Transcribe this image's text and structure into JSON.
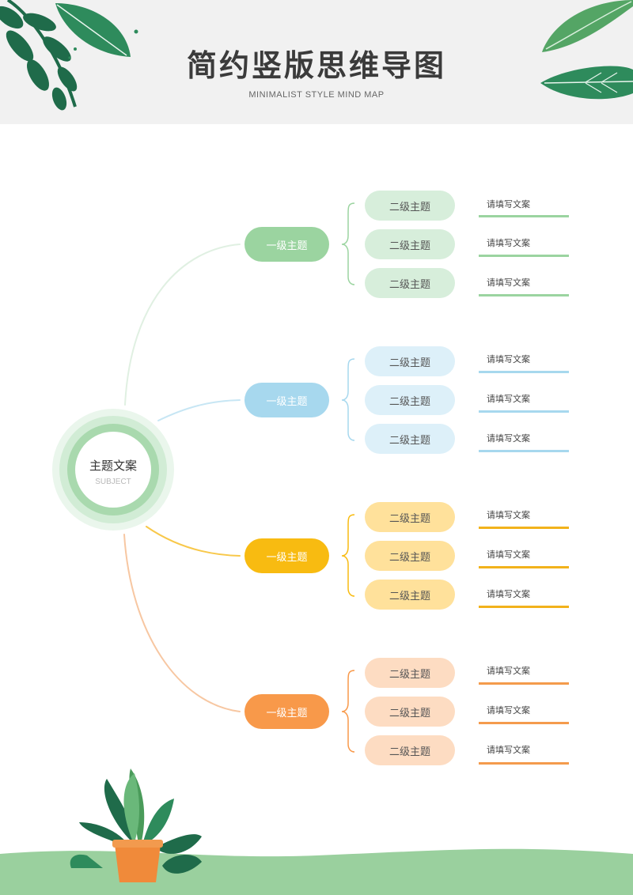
{
  "header": {
    "title": "简约竖版思维导图",
    "subtitle": "MINIMALIST STYLE MIND MAP"
  },
  "center": {
    "label": "主题文案",
    "sub": "SUBJECT"
  },
  "colors": {
    "green_dark": "#1f6b4a",
    "green_mid": "#2e8b5c",
    "grass": "#9ad09e",
    "branch": [
      "#9bd4a0",
      "#a7d8ee",
      "#f8bb11",
      "#f8994a"
    ],
    "branch_light": [
      "#d7eedb",
      "#ddf0f9",
      "#ffe19b",
      "#fddcc2"
    ],
    "line_light": [
      "#e0f0e2",
      "#c7e6f4",
      "#f8c84a",
      "#f7c7a2"
    ],
    "underline": [
      "#9bd4a0",
      "#a7d8ee",
      "#f2b21b",
      "#f49b4c"
    ]
  },
  "branches": [
    {
      "label": "一级主题",
      "subs": [
        {
          "label": "二级主题",
          "note": "请填写文案"
        },
        {
          "label": "二级主题",
          "note": "请填写文案"
        },
        {
          "label": "二级主题",
          "note": "请填写文案"
        }
      ]
    },
    {
      "label": "一级主题",
      "subs": [
        {
          "label": "二级主题",
          "note": "请填写文案"
        },
        {
          "label": "二级主题",
          "note": "请填写文案"
        },
        {
          "label": "二级主题",
          "note": "请填写文案"
        }
      ]
    },
    {
      "label": "一级主题",
      "subs": [
        {
          "label": "二级主题",
          "note": "请填写文案"
        },
        {
          "label": "二级主题",
          "note": "请填写文案"
        },
        {
          "label": "二级主题",
          "note": "请填写文案"
        }
      ]
    },
    {
      "label": "一级主题",
      "subs": [
        {
          "label": "二级主题",
          "note": "请填写文案"
        },
        {
          "label": "二级主题",
          "note": "请填写文案"
        },
        {
          "label": "二级主题",
          "note": "请填写文案"
        }
      ]
    }
  ]
}
